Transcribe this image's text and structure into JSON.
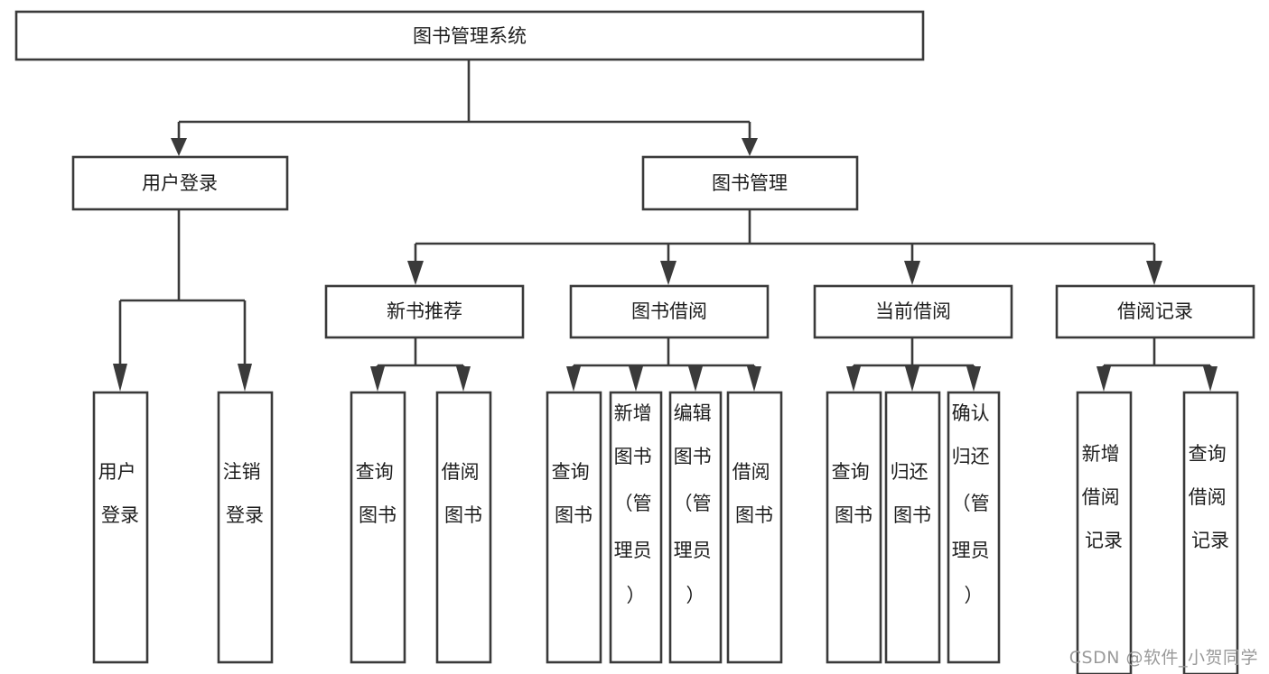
{
  "diagram": {
    "type": "tree",
    "orientation": "top-down",
    "title": "图书管理系统",
    "background_color": "#ffffff",
    "line_color": "#3a3a3a",
    "text_color": "#1d1d1d",
    "root": {
      "id": "root",
      "label": "图书管理系统",
      "text_orientation": "horizontal"
    },
    "level2": [
      {
        "id": "user-login",
        "label": "用户登录",
        "text_orientation": "horizontal"
      },
      {
        "id": "book-management",
        "label": "图书管理",
        "text_orientation": "horizontal"
      }
    ],
    "level3": [
      {
        "id": "new-book-recommend",
        "label": "新书推荐",
        "parent": "book-management",
        "text_orientation": "horizontal"
      },
      {
        "id": "book-borrow",
        "label": "图书借阅",
        "parent": "book-management",
        "text_orientation": "horizontal"
      },
      {
        "id": "current-borrow",
        "label": "当前借阅",
        "parent": "book-management",
        "text_orientation": "horizontal"
      },
      {
        "id": "borrow-record",
        "label": "借阅记录",
        "parent": "book-management",
        "text_orientation": "horizontal"
      }
    ],
    "leaves": [
      {
        "id": "leaf-user-login",
        "parent": "user-login",
        "lines": [
          "用户",
          "登录"
        ],
        "text_orientation": "vertical"
      },
      {
        "id": "leaf-user-logout",
        "parent": "user-login",
        "lines": [
          "注销",
          "登录"
        ],
        "text_orientation": "vertical"
      },
      {
        "id": "leaf-query-book-1",
        "parent": "new-book-recommend",
        "lines": [
          "查询",
          "图书"
        ],
        "text_orientation": "vertical"
      },
      {
        "id": "leaf-borrow-book-1",
        "parent": "new-book-recommend",
        "lines": [
          "借阅",
          "图书"
        ],
        "text_orientation": "vertical"
      },
      {
        "id": "leaf-query-book-2",
        "parent": "book-borrow",
        "lines": [
          "查询",
          "图书"
        ],
        "text_orientation": "vertical"
      },
      {
        "id": "leaf-add-book",
        "parent": "book-borrow",
        "lines": [
          "新增",
          "图书",
          "（管",
          "理员",
          "）"
        ],
        "text_orientation": "vertical"
      },
      {
        "id": "leaf-edit-book",
        "parent": "book-borrow",
        "lines": [
          "编辑",
          "图书",
          "（管",
          "理员",
          "）"
        ],
        "text_orientation": "vertical"
      },
      {
        "id": "leaf-borrow-book-2",
        "parent": "book-borrow",
        "lines": [
          "借阅",
          "图书"
        ],
        "text_orientation": "vertical"
      },
      {
        "id": "leaf-query-book-3",
        "parent": "current-borrow",
        "lines": [
          "查询",
          "图书"
        ],
        "text_orientation": "vertical"
      },
      {
        "id": "leaf-return-book",
        "parent": "current-borrow",
        "lines": [
          "归还",
          "图书"
        ],
        "text_orientation": "vertical"
      },
      {
        "id": "leaf-confirm-return",
        "parent": "current-borrow",
        "lines": [
          "确认",
          "归还",
          "（管",
          "理员",
          "）"
        ],
        "text_orientation": "vertical"
      },
      {
        "id": "leaf-add-record",
        "parent": "borrow-record",
        "lines": [
          "新增",
          "借阅",
          "记录"
        ],
        "text_orientation": "vertical"
      },
      {
        "id": "leaf-query-record",
        "parent": "borrow-record",
        "lines": [
          "查询",
          "借阅",
          "记录"
        ],
        "text_orientation": "vertical"
      }
    ]
  },
  "watermark": {
    "text": "CSDN @软件_小贺同学"
  }
}
